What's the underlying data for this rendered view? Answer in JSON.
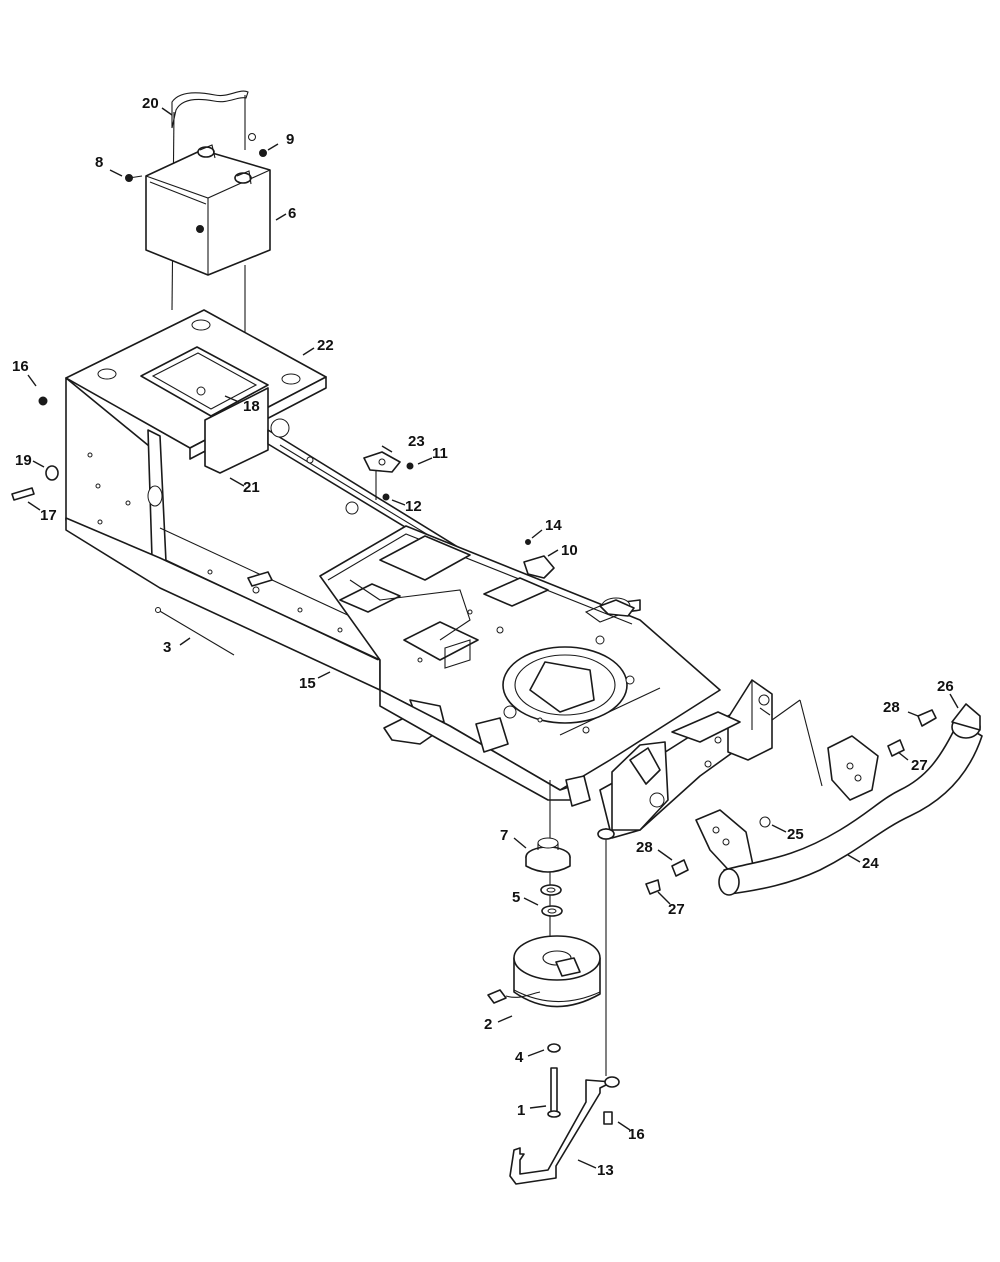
{
  "callouts": [
    {
      "id": "c1",
      "label": "1"
    },
    {
      "id": "c2",
      "label": "2"
    },
    {
      "id": "c3",
      "label": "3"
    },
    {
      "id": "c4",
      "label": "4"
    },
    {
      "id": "c5",
      "label": "5"
    },
    {
      "id": "c6",
      "label": "6"
    },
    {
      "id": "c7",
      "label": "7"
    },
    {
      "id": "c8",
      "label": "8"
    },
    {
      "id": "c9",
      "label": "9"
    },
    {
      "id": "c10",
      "label": "10"
    },
    {
      "id": "c11",
      "label": "11"
    },
    {
      "id": "c12",
      "label": "12"
    },
    {
      "id": "c13",
      "label": "13"
    },
    {
      "id": "c14",
      "label": "14"
    },
    {
      "id": "c15",
      "label": "15"
    },
    {
      "id": "c16a",
      "label": "16"
    },
    {
      "id": "c16b",
      "label": "16"
    },
    {
      "id": "c17",
      "label": "17"
    },
    {
      "id": "c18",
      "label": "18"
    },
    {
      "id": "c19",
      "label": "19"
    },
    {
      "id": "c20",
      "label": "20"
    },
    {
      "id": "c21",
      "label": "21"
    },
    {
      "id": "c22",
      "label": "22"
    },
    {
      "id": "c23",
      "label": "23"
    },
    {
      "id": "c24",
      "label": "24"
    },
    {
      "id": "c25",
      "label": "25"
    },
    {
      "id": "c26",
      "label": "26"
    },
    {
      "id": "c27a",
      "label": "27"
    },
    {
      "id": "c27b",
      "label": "27"
    },
    {
      "id": "c28a",
      "label": "28"
    },
    {
      "id": "c28b",
      "label": "28"
    }
  ]
}
